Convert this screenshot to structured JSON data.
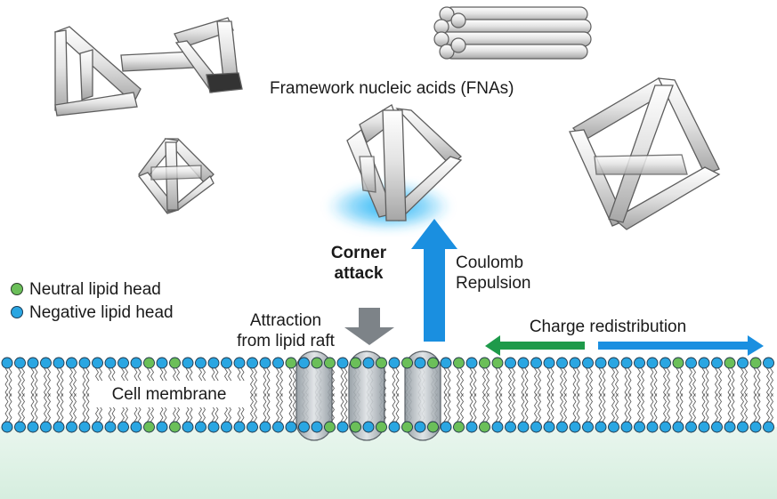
{
  "title_label": "Framework nucleic acids (FNAs)",
  "corner_attack": [
    "Corner",
    "attack"
  ],
  "coulomb": [
    "Coulomb",
    "Repulsion"
  ],
  "attraction": [
    "Attraction",
    "from lipid raft"
  ],
  "charge_redistribution": "Charge redistribution",
  "cell_membrane": "Cell membrane",
  "legend": [
    {
      "label": "Neutral lipid head",
      "color": "#6bbf59"
    },
    {
      "label": "Negative lipid head",
      "color": "#2aa6e2"
    }
  ],
  "colors": {
    "blue_arrow": "#1a8fe0",
    "green_arrow": "#1e9a4a",
    "gray_arrow": "#7d8388",
    "glow": "#25b4f5",
    "cytoplasm": "#dff1e6"
  }
}
